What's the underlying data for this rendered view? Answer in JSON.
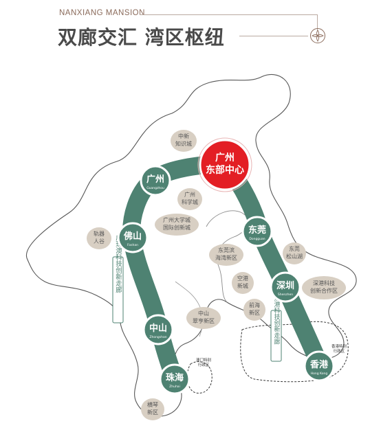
{
  "header": {
    "subtitle": "NANXIANG MANSION",
    "title": "双廊交汇 湾区枢纽"
  },
  "colors": {
    "corridor": "#4e8272",
    "station_fill": "#4e8272",
    "station_ring": "#ffffff",
    "hub_red": "#e31e24",
    "bubble_fill": "#d8cfc3",
    "outline": "#5a5a5a",
    "title": "#4a4a4a",
    "accent": "#8a6a5a"
  },
  "hub": {
    "line1": "广州",
    "line2": "东部中心"
  },
  "stations": {
    "guangzhou": {
      "cn": "广州",
      "en": "Guangzhou"
    },
    "foshan": {
      "cn": "佛山",
      "en": "Foshan"
    },
    "zhongshan": {
      "cn": "中山",
      "en": "Zhongshan"
    },
    "zhuhai": {
      "cn": "珠海",
      "en": "Zhuhai"
    },
    "dongguan": {
      "cn": "东莞",
      "en": "Dongguan"
    },
    "shenzhen": {
      "cn": "深圳",
      "en": "Shenzhen"
    },
    "hongkong": {
      "cn": "香港",
      "en": "Hong Kong"
    }
  },
  "corridors": {
    "west": "广珠澳科技创新走廊",
    "east": "广深港科技创新走廊"
  },
  "zones": {
    "zhongxin": [
      "中新",
      "知识城"
    ],
    "kexuecheng": [
      "广州",
      "科学城"
    ],
    "daxuecheng": [
      "广州大学城",
      "国际创新城"
    ],
    "jiaoyi": [
      "轨器",
      "人谷"
    ],
    "binhai": [
      "东莞滨",
      "海湾新区"
    ],
    "songshanhu": [
      "东莞",
      "松山湖"
    ],
    "konggang": [
      "空港",
      "新城"
    ],
    "qianhai": [
      "前海",
      "新区"
    ],
    "qianhai_coop": [
      "深港科技",
      "创新合作区"
    ],
    "cuiheng": [
      "中山",
      "翠亨新区"
    ],
    "hengqin": [
      "横琴",
      "新区"
    ]
  },
  "regions": {
    "macau": [
      "澳门特别",
      "行政区"
    ],
    "hongkong": [
      "香港特别",
      "行政区"
    ]
  }
}
